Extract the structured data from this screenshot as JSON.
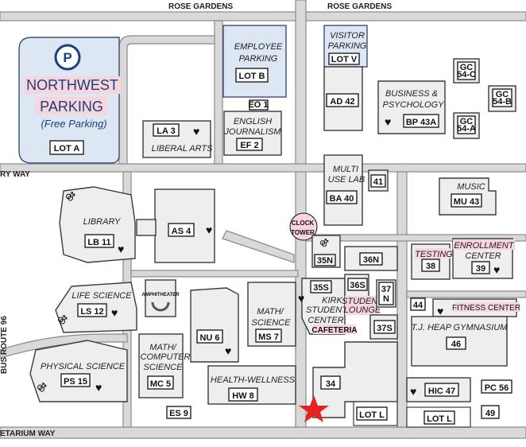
{
  "roads": {
    "north_left": "ROSE GARDENS",
    "north_right": "ROSE GARDENS",
    "west": "RY WAY",
    "south": "ETARIUM WAY",
    "route": "BUS ROUTE 96"
  },
  "northwest_parking": {
    "line1": "NORTHWEST",
    "line2": "PARKING",
    "note": "(Free Parking)",
    "lot": "LOT A",
    "icon": "parking-icon"
  },
  "labels": {
    "employee1": "EMPLOYEE",
    "employee2": "PARKING",
    "lot_b": "LOT B",
    "visitor1": "VISITOR",
    "visitor2": "PARKING",
    "lot_v": "LOT V",
    "ad42": "AD 42",
    "business1": "BUSINESS &",
    "business2": "PSYCHOLOGY",
    "bp43a": "BP 43A",
    "gc54c1": "GC",
    "gc54c2": "54-C",
    "gc54b1": "GC",
    "gc54b2": "54-B",
    "gc54a1": "GC",
    "gc54a2": "54-A",
    "la3": "LA 3",
    "liberal": "LIBERAL ARTS",
    "eo1": "EO 1",
    "english": "ENGLISH",
    "journalism": "JOURNALISM",
    "ef2": "EF 2",
    "multi1": "MULTI",
    "multi2": "USE LAB",
    "b41": "41",
    "ba40": "BA 40",
    "music": "MUSIC",
    "mu43": "MU 43",
    "library": "LIBRARY",
    "lb11": "LB 11",
    "as4": "AS 4",
    "clock1": "CLOCK",
    "clock2": "TOWER",
    "b35n": "35N",
    "b36n": "36N",
    "testing": "TESTING",
    "b38": "38",
    "enroll1": "ENROLLMENT",
    "enroll2": "CENTER",
    "b39": "39",
    "life": "LIFE SCIENCE",
    "ls12": "LS 12",
    "amph": "AMPHITHEATER",
    "b35s": "35S",
    "b36s": "36S",
    "b37n1": "37",
    "b37n2": "N",
    "kirk1": "KIRK",
    "kirk2": "STUDENT",
    "kirk3": "CENTER",
    "cafeteria": "CAFETERIA",
    "lounge1": "STUDENT",
    "lounge2": "LOUNGE",
    "b44": "44",
    "fitness": "FITNESS CENTER",
    "heap": "T.J. HEAP GYMNASIUM",
    "b46": "46",
    "nu6": "NU 6",
    "math1": "MATH/",
    "math2": "SCIENCE",
    "ms7": "MS 7",
    "b37s": "37S",
    "physical": "PHYSICAL SCIENCE",
    "ps15": "PS 15",
    "mcs1": "MATH/",
    "mcs2": "COMPUTER",
    "mcs3": "SCIENCE",
    "mc5": "MC 5",
    "health": "HEALTH-WELLNESS",
    "hw8": "HW 8",
    "b34": "34",
    "hic47": "HIC 47",
    "pc56": "PC 56",
    "es9": "ES 9",
    "lotl1": "LOT L",
    "lotl2": "LOT L",
    "b49": "49"
  }
}
